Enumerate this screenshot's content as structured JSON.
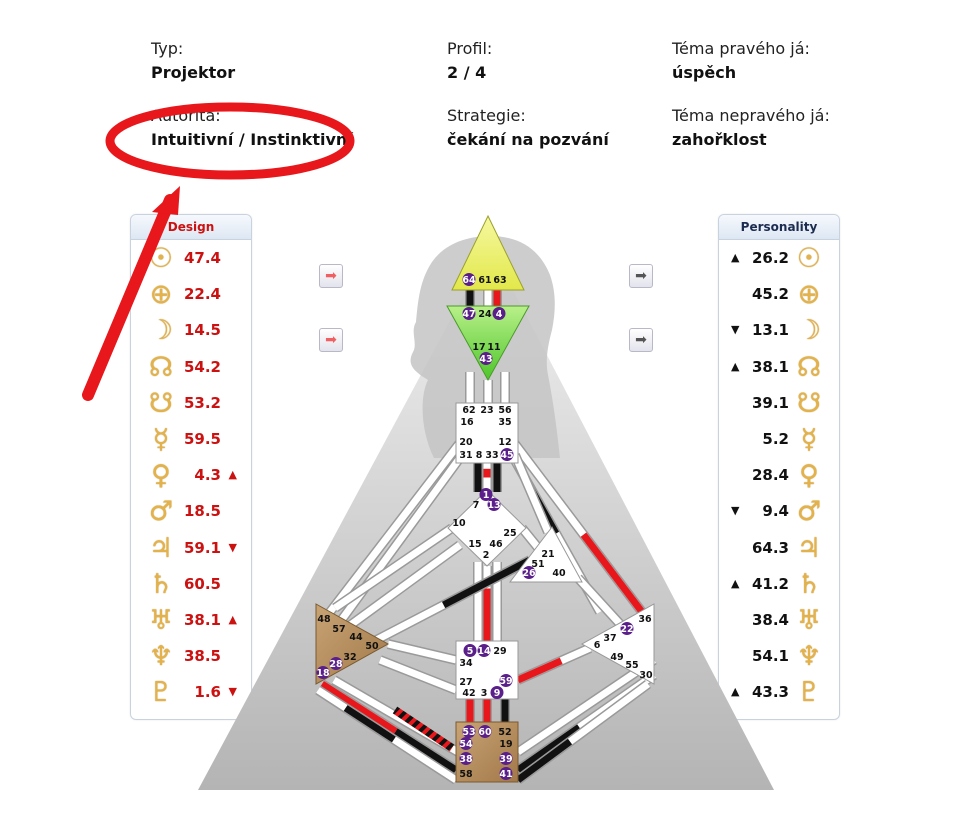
{
  "info": {
    "typ": {
      "label": "Typ:",
      "value": "Projektor"
    },
    "profil": {
      "label": "Profil:",
      "value": "2 / 4"
    },
    "tema_prave": {
      "label": "Téma pravého já:",
      "value": "úspěch"
    },
    "autorita": {
      "label": "Autorita:",
      "value": "Intuitivní / Instinktivní"
    },
    "strategie": {
      "label": "Strategie:",
      "value": "čekání na pozvání"
    },
    "tema_neprave": {
      "label": "Téma nepravého já:",
      "value": "zahořklost"
    }
  },
  "design": {
    "title": "Design",
    "rows": [
      {
        "symbol": "☉",
        "value": "47.4",
        "arrow": ""
      },
      {
        "symbol": "⊕",
        "value": "22.4",
        "arrow": ""
      },
      {
        "symbol": "☽",
        "value": "14.5",
        "arrow": ""
      },
      {
        "symbol": "☊",
        "value": "54.2",
        "arrow": ""
      },
      {
        "symbol": "☋",
        "value": "53.2",
        "arrow": ""
      },
      {
        "symbol": "☿",
        "value": "59.5",
        "arrow": ""
      },
      {
        "symbol": "♀",
        "value": "4.3",
        "arrow": "▲"
      },
      {
        "symbol": "♂",
        "value": "18.5",
        "arrow": ""
      },
      {
        "symbol": "♃",
        "value": "59.1",
        "arrow": "▼"
      },
      {
        "symbol": "♄",
        "value": "60.5",
        "arrow": ""
      },
      {
        "symbol": "♅",
        "value": "38.1",
        "arrow": "▲"
      },
      {
        "symbol": "♆",
        "value": "38.5",
        "arrow": ""
      },
      {
        "symbol": "♇",
        "value": "1.6",
        "arrow": "▼"
      }
    ]
  },
  "personality": {
    "title": "Personality",
    "rows": [
      {
        "symbol": "☉",
        "value": "26.2",
        "arrow": "▲"
      },
      {
        "symbol": "⊕",
        "value": "45.2",
        "arrow": ""
      },
      {
        "symbol": "☽",
        "value": "13.1",
        "arrow": "▼"
      },
      {
        "symbol": "☊",
        "value": "38.1",
        "arrow": "▲"
      },
      {
        "symbol": "☋",
        "value": "39.1",
        "arrow": ""
      },
      {
        "symbol": "☿",
        "value": "5.2",
        "arrow": ""
      },
      {
        "symbol": "♀",
        "value": "28.4",
        "arrow": ""
      },
      {
        "symbol": "♂",
        "value": "9.4",
        "arrow": "▼"
      },
      {
        "symbol": "♃",
        "value": "64.3",
        "arrow": ""
      },
      {
        "symbol": "♄",
        "value": "41.2",
        "arrow": "▲"
      },
      {
        "symbol": "♅",
        "value": "38.4",
        "arrow": ""
      },
      {
        "symbol": "♆",
        "value": "54.1",
        "arrow": ""
      },
      {
        "symbol": "♇",
        "value": "43.3",
        "arrow": "▲"
      }
    ]
  },
  "bodygraph": {
    "colors": {
      "design": "#e8171b",
      "personality": "#111111",
      "channel_bg": "#ffffff",
      "head": "#eef36a",
      "ajna": "#6fd63f",
      "splenic": "#b8925f",
      "root": "#b8925f",
      "gate_active_fill": "#5a1f8a",
      "silhouette": "#bdbdbd"
    },
    "head_gates": [
      "64",
      "61",
      "63"
    ],
    "ajna_gates": [
      "47",
      "24",
      "4",
      "17",
      "11",
      "43"
    ],
    "throat_gates": [
      "62",
      "23",
      "56",
      "16",
      "35",
      "20",
      "12",
      "31",
      "8",
      "33",
      "45"
    ],
    "g_gates": [
      "1",
      "7",
      "13",
      "10",
      "25",
      "15",
      "46",
      "2"
    ],
    "ego_gates": [
      "21",
      "51",
      "26",
      "40"
    ],
    "spleen_gates": [
      "48",
      "57",
      "44",
      "50",
      "32",
      "28",
      "18"
    ],
    "sacral_gates": [
      "5",
      "14",
      "29",
      "34",
      "27",
      "59",
      "42",
      "3",
      "9"
    ],
    "solar_gates": [
      "36",
      "22",
      "37",
      "6",
      "49",
      "55",
      "30"
    ],
    "root_gates": [
      "53",
      "60",
      "52",
      "54",
      "19",
      "38",
      "39",
      "58",
      "41"
    ]
  },
  "annotation": {
    "color": "#e8171b"
  }
}
